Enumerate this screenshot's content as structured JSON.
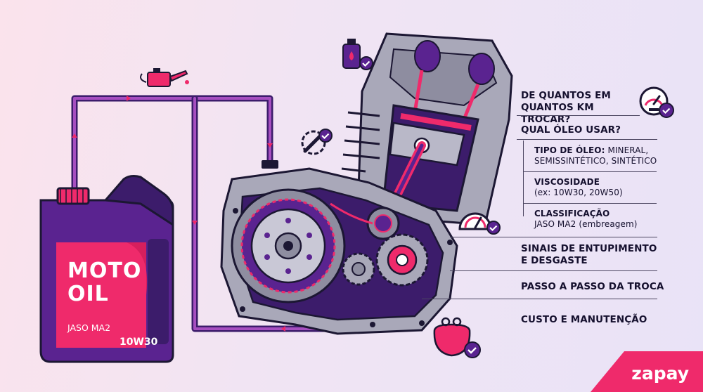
{
  "jug": {
    "line1": "MOTO",
    "line2": "OIL",
    "spec": "JASO MA2",
    "grade": "10W30"
  },
  "labels": {
    "km_interval": "DE QUANTOS EM QUANTOS KM TROCAR?",
    "which_oil": "QUAL ÓLEO USAR?",
    "oil_type_label": "TIPO DE ÓLEO:",
    "oil_type_values": "MINERAL, SEMISSINTÉTICO, SINTÉTICO",
    "viscosity_label": "VISCOSIDADE",
    "viscosity_example": "(ex: 10W30, 20W50)",
    "classification_label": "CLASSIFICAÇÃO",
    "classification_value": "JASO MA2 (embreagem)",
    "clog_signs": "SINAIS DE ENTUPIMENTO E DESGASTE",
    "step_by_step": "PASSO A PASSO DA TROCA",
    "cost": "CUSTO E MANUTENÇÃO"
  },
  "brand": {
    "name": "zapay",
    "color": "#ef2a6b"
  },
  "colors": {
    "pink": "#ef2a6b",
    "purple": "#5a2390",
    "purple_dark": "#3c1c6b",
    "navy": "#1c1733",
    "metal": "#a9a8b9"
  },
  "icons": [
    "oil-can-icon",
    "oil-bottle-check-icon",
    "wrench-gear-icon",
    "gauge-check-icon",
    "pressure-gauge-icon",
    "coin-purse-check-icon"
  ]
}
